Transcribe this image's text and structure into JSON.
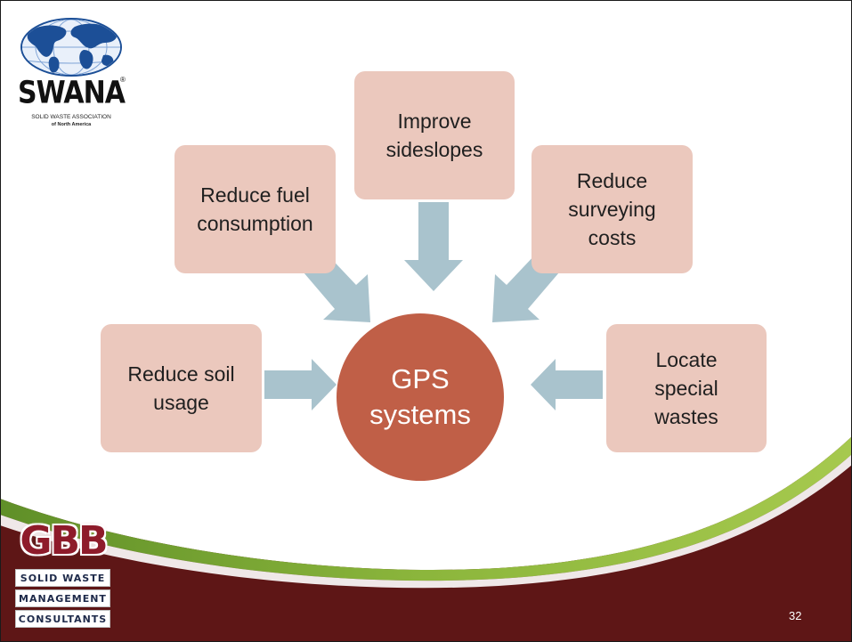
{
  "diagram": {
    "center": {
      "line1": "GPS",
      "line2": "systems"
    },
    "boxes": {
      "improve_sideslopes": [
        "Improve",
        "sideslopes"
      ],
      "reduce_fuel": [
        "Reduce fuel",
        "consumption"
      ],
      "reduce_surveying": [
        "Reduce",
        "surveying",
        "costs"
      ],
      "reduce_soil": [
        "Reduce soil",
        "usage"
      ],
      "locate_wastes": [
        "Locate",
        "special",
        "wastes"
      ]
    }
  },
  "logos": {
    "swana": {
      "name": "SWANA",
      "reg_mark": "®",
      "line1": "SOLID WASTE ASSOCIATION",
      "line2": "of North America"
    },
    "gbb": {
      "letters": "GBB",
      "row1": "SOLID WASTE",
      "row2": "MANAGEMENT",
      "row3": "CONSULTANTS"
    }
  },
  "footer": {
    "page_number": "32"
  },
  "colors": {
    "box_fill": "#ebc8bd",
    "center_fill": "#c05f47",
    "arrow_fill": "#a9c3cd",
    "footer_maroon": "#5e1616",
    "footer_green": "#8cb63c"
  }
}
